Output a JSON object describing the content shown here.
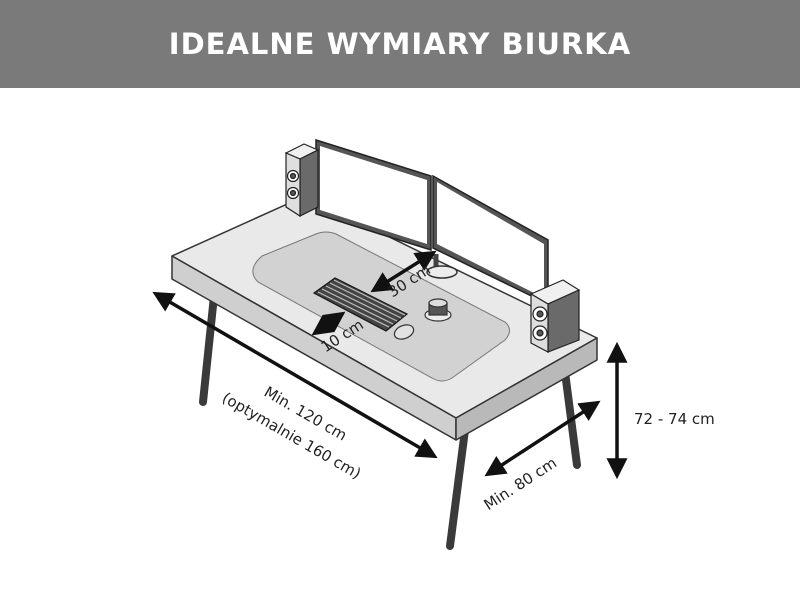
{
  "title": "IDEALNE WYMIARY BIURKA",
  "colors": {
    "header_bg": "#7a7a7a",
    "title_text": "#ffffff",
    "outline": "#333333",
    "arrow": "#111111"
  },
  "dimensions": {
    "monitor_distance": "30 cm",
    "keyboard_edge": "10 cm",
    "width_line1": "Min. 120 cm",
    "width_line2": "(optymalnie 160 cm)",
    "depth": "Min. 80 cm",
    "height": "72 - 74 cm"
  }
}
